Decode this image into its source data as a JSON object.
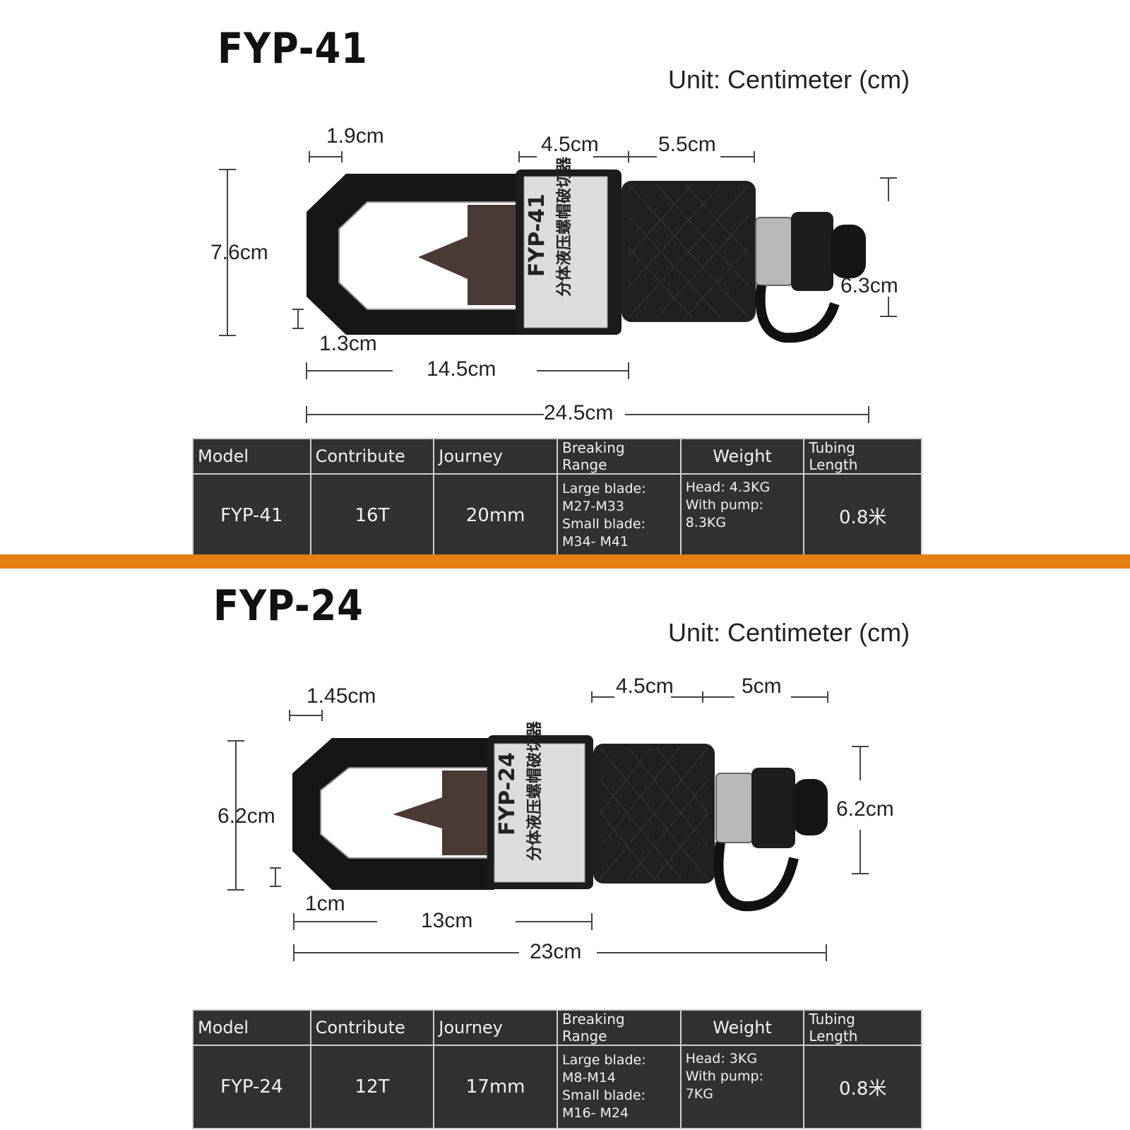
{
  "units_label": "Unit: Centimeter (cm)",
  "table_headers": {
    "model": "Model",
    "contribute": "Contribute",
    "journey": "Journey",
    "breaking_range_1": "Breaking",
    "breaking_range_2": "Range",
    "weight": "Weight",
    "tubing_length_1": "Tubing",
    "tubing_length_2": "Length"
  },
  "products": [
    {
      "title": "FYP-41",
      "tool_label": "FYP-41",
      "tool_chinese": "分体液压螺帽破切器",
      "dims": {
        "opening_width": "1.9cm",
        "neck": "4.5cm",
        "cylinder": "5.5cm",
        "head_height": "7.6cm",
        "wall": "1.3cm",
        "body_diameter": "6.3cm",
        "head_length": "14.5cm",
        "total_length": "24.5cm"
      },
      "specs": {
        "model": "FYP-41",
        "contribute": "16T",
        "journey": "20mm",
        "breaking_range": [
          "Large blade:",
          "M27-M33",
          "Small blade:",
          "M34- M41"
        ],
        "weight": [
          "Head: 4.3KG",
          "With pump:",
          "8.3KG"
        ],
        "tubing_length": "0.8米"
      }
    },
    {
      "title": "FYP-24",
      "tool_label": "FYP-24",
      "tool_chinese": "分体液压螺帽破切器",
      "dims": {
        "opening_width": "1.45cm",
        "neck": "4.5cm",
        "cylinder": "5cm",
        "head_height": "6.2cm",
        "wall": "1cm",
        "body_diameter": "6.2cm",
        "head_length": "13cm",
        "total_length": "23cm"
      },
      "specs": {
        "model": "FYP-24",
        "contribute": "12T",
        "journey": "17mm",
        "breaking_range": [
          "Large blade:",
          "M8-M14",
          "Small blade:",
          "M16- M24"
        ],
        "weight": [
          "Head: 3KG",
          "With pump:",
          "7KG"
        ],
        "tubing_length": "0.8米"
      }
    }
  ],
  "colors": {
    "divider": "#e47f12",
    "table_bg": "#313131",
    "tool_body": "#161616",
    "blade": "#4a3a33"
  }
}
